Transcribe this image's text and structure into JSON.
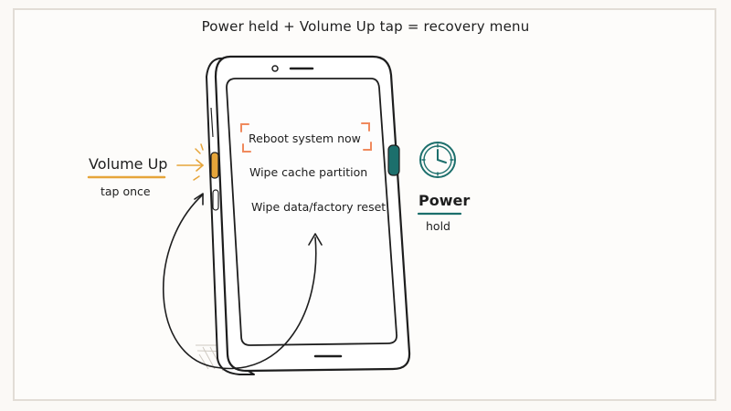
{
  "title": "Power held + Volume Up tap = recovery menu",
  "volume_up": {
    "label": "Volume Up",
    "sub": "tap once",
    "color": "#e6a53a"
  },
  "power": {
    "label": "Power",
    "sub": "hold",
    "color": "#1c6f6c"
  },
  "menu": {
    "items": [
      "Reboot system now",
      "Wipe cache partition",
      "Wipe data/factory reset"
    ],
    "selected_index": 0,
    "highlight_color": "#f08a5d"
  },
  "icons": {
    "power": "clock-icon"
  }
}
